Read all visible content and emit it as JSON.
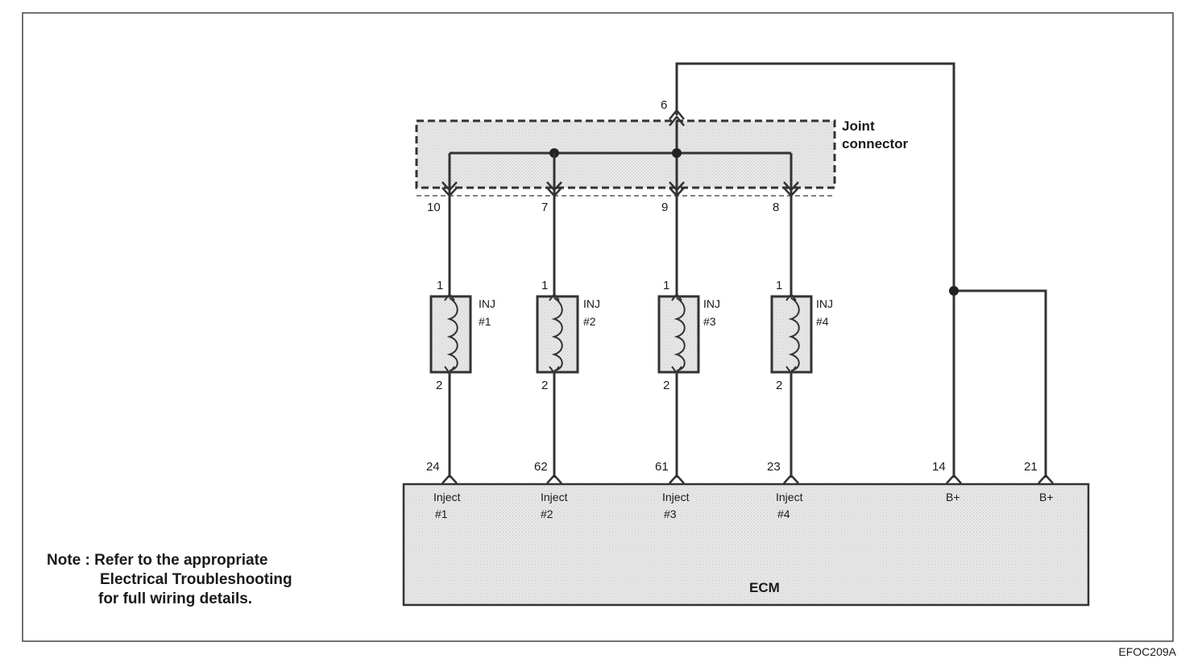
{
  "joint_connector": {
    "label_line1": "Joint",
    "label_line2": "connector",
    "top_pin": "6",
    "bottom_pins": [
      "10",
      "7",
      "9",
      "8"
    ]
  },
  "injectors": [
    {
      "name": "INJ",
      "num": "#1",
      "pin_top": "1",
      "pin_bottom": "2"
    },
    {
      "name": "INJ",
      "num": "#2",
      "pin_top": "1",
      "pin_bottom": "2"
    },
    {
      "name": "INJ",
      "num": "#3",
      "pin_top": "1",
      "pin_bottom": "2"
    },
    {
      "name": "INJ",
      "num": "#4",
      "pin_top": "1",
      "pin_bottom": "2"
    }
  ],
  "ecm": {
    "label": "ECM",
    "terminals": [
      {
        "pin": "24",
        "line1": "Inject",
        "line2": "#1"
      },
      {
        "pin": "62",
        "line1": "Inject",
        "line2": "#2"
      },
      {
        "pin": "61",
        "line1": "Inject",
        "line2": "#3"
      },
      {
        "pin": "23",
        "line1": "Inject",
        "line2": "#4"
      },
      {
        "pin": "14",
        "line1": "B+",
        "line2": ""
      },
      {
        "pin": "21",
        "line1": "B+",
        "line2": ""
      }
    ]
  },
  "note": {
    "line1": "Note : Refer to the appropriate",
    "line2": "Electrical Troubleshooting",
    "line3": "for full wiring details."
  },
  "figure_code": "EFOC209A"
}
